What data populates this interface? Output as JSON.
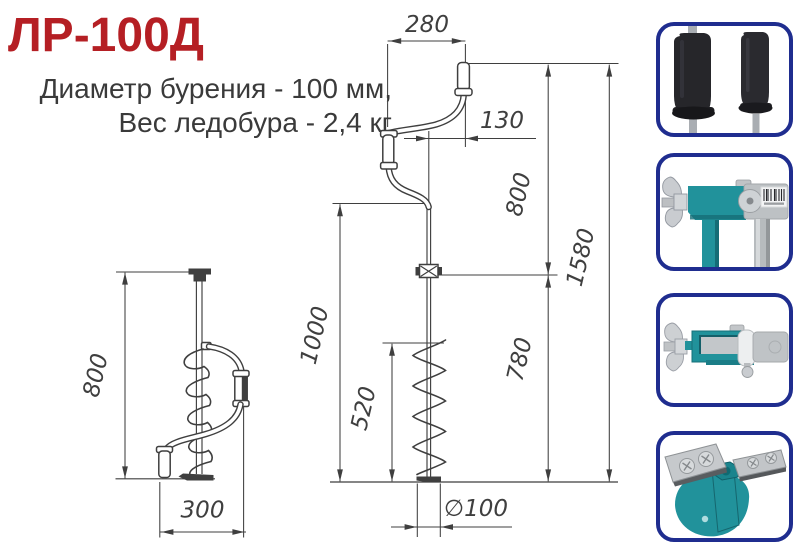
{
  "header": {
    "title": "ЛР-100Д",
    "spec_line1": "Диаметр бурения - 100 мм,",
    "spec_line2": "Вес ледобура - 2,4 кг"
  },
  "drawing": {
    "folded_view": {
      "overall_height_mm": "800",
      "folded_width_mm": "300"
    },
    "extended_view": {
      "handle_span_mm": "280",
      "crank_offset_mm": "130",
      "upper_section_mm": "800",
      "total_height_mm": "1580",
      "shaft_section_mm": "1000",
      "auger_flight_mm": "520",
      "lower_section_mm": "780",
      "bore_diameter_mm": "∅100"
    }
  },
  "photo_panels": [
    {
      "name": "rubber-handles-photo"
    },
    {
      "name": "folding-joint-closed-photo"
    },
    {
      "name": "folding-joint-open-photo"
    },
    {
      "name": "cutting-head-blades-photo"
    }
  ],
  "colors": {
    "accent-red": "#b51f24",
    "ink": "#3a3a3a",
    "line": "#3f3f3f",
    "panel-border": "#1f2d8f",
    "teal": "#21929b"
  }
}
